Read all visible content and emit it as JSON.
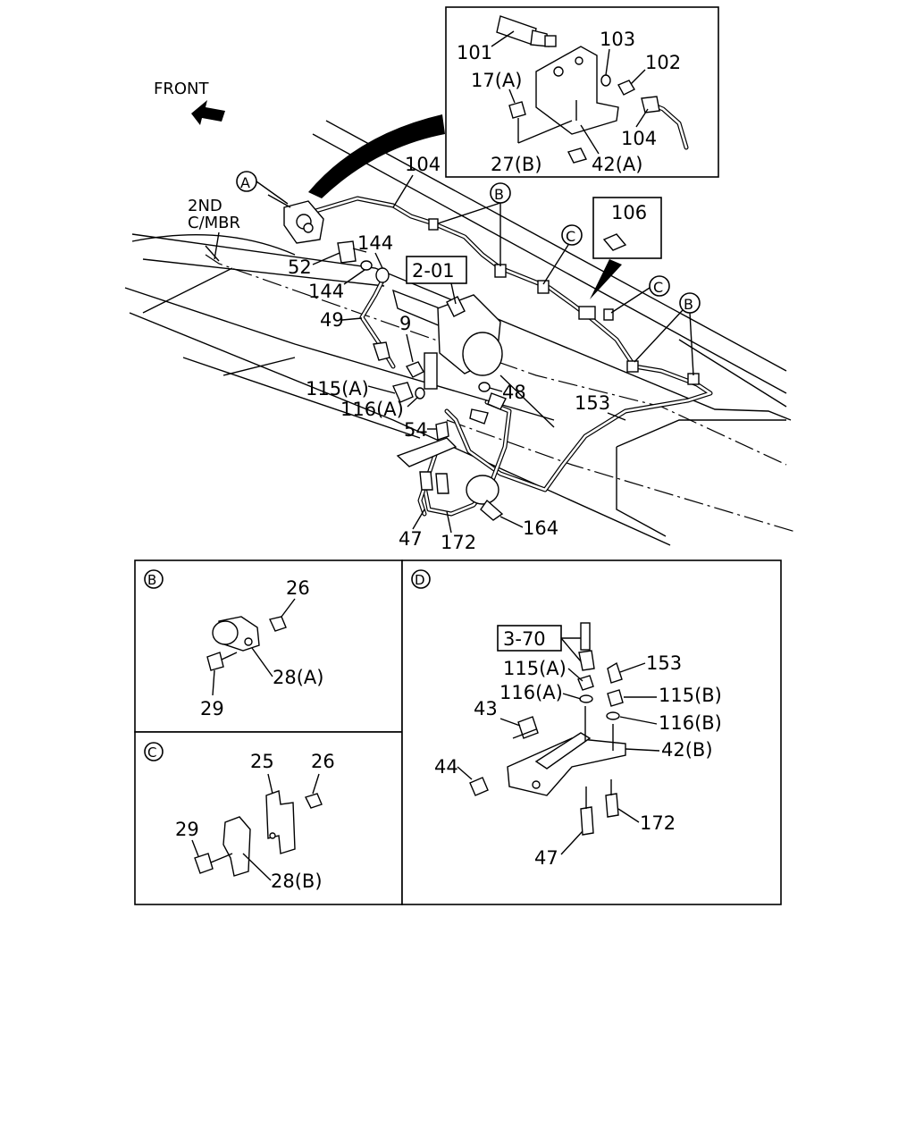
{
  "front_label": "FRONT",
  "cross_member_label": [
    "2ND",
    "C/MBR"
  ],
  "callouts": {
    "A": "A",
    "B": "B",
    "C": "C",
    "D": "D"
  },
  "ref_boxes": {
    "r201": "2-01",
    "r106": "106",
    "r370": "3-70"
  },
  "main_labels": {
    "l104_main": "104",
    "l52": "52",
    "l144a": "144",
    "l144b": "144",
    "l49": "49",
    "l9": "9",
    "l115a": "115(A)",
    "l116a": "116(A)",
    "l54": "54",
    "l48": "48",
    "l153": "153",
    "l47": "47",
    "l172": "172",
    "l164": "164"
  },
  "inset_a_labels": {
    "l101": "101",
    "l103": "103",
    "l102": "102",
    "l17a": "17(A)",
    "l104": "104",
    "l27b": "27(B)",
    "l42a": "42(A)"
  },
  "panel_b_labels": {
    "l26": "26",
    "l28a": "28(A)",
    "l29": "29"
  },
  "panel_c_labels": {
    "l25": "25",
    "l26": "26",
    "l29": "29",
    "l28b": "28(B)"
  },
  "panel_d_labels": {
    "l115a": "115(A)",
    "l153": "153",
    "l116a": "116(A)",
    "l115b": "115(B)",
    "l43": "43",
    "l116b": "116(B)",
    "l42b": "42(B)",
    "l44": "44",
    "l172": "172",
    "l47": "47"
  }
}
